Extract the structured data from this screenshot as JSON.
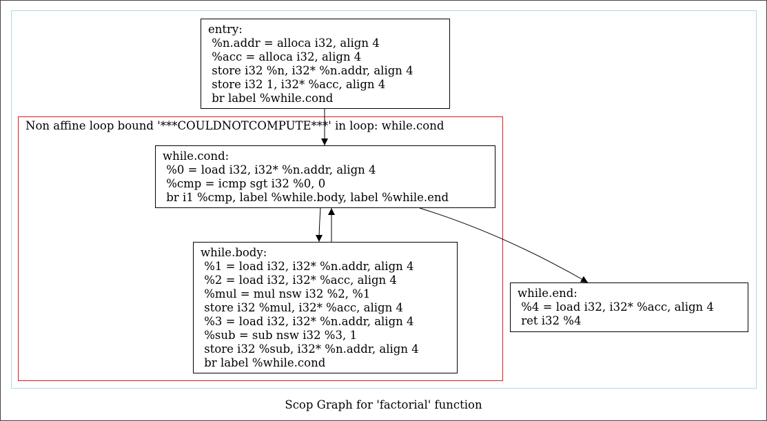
{
  "graph": {
    "caption": "Scop Graph for 'factorial' function"
  },
  "loop_region": {
    "label": "Non affine loop bound '***COULDNOTCOMPUTE***' in loop: while.cond"
  },
  "colors": {
    "outer_cluster": "#add8e6",
    "loop_cluster": "#e0191b",
    "node_border": "#000000",
    "edge": "#000000"
  },
  "nodes": {
    "entry": {
      "lines": [
        "entry:",
        " %n.addr = alloca i32, align 4",
        " %acc = alloca i32, align 4",
        " store i32 %n, i32* %n.addr, align 4",
        " store i32 1, i32* %acc, align 4",
        " br label %while.cond"
      ]
    },
    "while_cond": {
      "lines": [
        "while.cond:",
        " %0 = load i32, i32* %n.addr, align 4",
        " %cmp = icmp sgt i32 %0, 0",
        " br i1 %cmp, label %while.body, label %while.end"
      ]
    },
    "while_body": {
      "lines": [
        "while.body:",
        " %1 = load i32, i32* %n.addr, align 4",
        " %2 = load i32, i32* %acc, align 4",
        " %mul = mul nsw i32 %2, %1",
        " store i32 %mul, i32* %acc, align 4",
        " %3 = load i32, i32* %n.addr, align 4",
        " %sub = sub nsw i32 %3, 1",
        " store i32 %sub, i32* %n.addr, align 4",
        " br label %while.cond"
      ]
    },
    "while_end": {
      "lines": [
        "while.end:",
        " %4 = load i32, i32* %acc, align 4",
        " ret i32 %4"
      ]
    }
  }
}
